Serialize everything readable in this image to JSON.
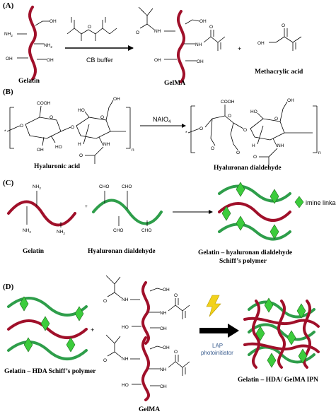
{
  "panels": {
    "a": {
      "label": "(A)",
      "gelatin": "Gelatin",
      "condition": "CB buffer",
      "gelma": "GelMA",
      "plus": "+",
      "byproduct": "Methacrylic acid",
      "groups": {
        "nh2": "NH",
        "nh2_sub": "2",
        "oh": "OH",
        "nh": "NH",
        "o": "O"
      }
    },
    "b": {
      "label": "(B)",
      "reagent": "NAIO",
      "reagent_sub": "4",
      "ha": "Hyaluronic acid",
      "hda": "Hyaluronan dialdehyde",
      "n": "n",
      "groups": {
        "cooh": "COOH",
        "oh": "OH",
        "nh": "NH",
        "o": "O",
        "h": "H",
        "ho": "HO",
        "star": "*"
      }
    },
    "c": {
      "label": "(C)",
      "gelatin": "Gelatin",
      "hda": "Hyaluronan dialdehyde",
      "product_line1": "Gelatin – hyaluronan dialdehyde",
      "product_line2": "Schiff’s polymer",
      "legend": "imine linkage",
      "plus": "+",
      "groups": {
        "nh2": "NH",
        "nh2_sub": "2",
        "cho": "CHO"
      }
    },
    "d": {
      "label": "(D)",
      "schiff": "Gelatin – HDA Schiff’s polymer",
      "gelma": "GelMA",
      "lap_line1": "LAP",
      "lap_line2": "photoinitiator",
      "product": "Gelatin – HDA/ GelMA IPN",
      "plus": "+",
      "groups": {
        "oh": "OH",
        "ho": "HO",
        "nh": "NH",
        "o": "O"
      }
    }
  },
  "colors": {
    "gelatin_strand": "#a0102a",
    "hda_strand": "#2e9e4a",
    "imine_diamond": "#3ccc3c",
    "arrow": "#000000",
    "lightning": "#f2d21b",
    "lap_text": "#3a5d8f"
  }
}
